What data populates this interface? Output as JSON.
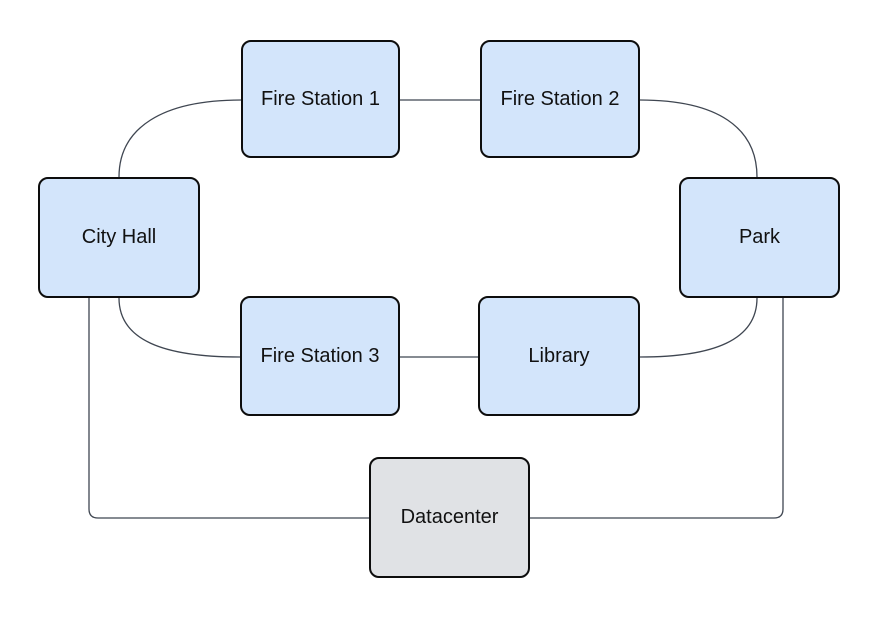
{
  "diagram": {
    "type": "network-topology",
    "nodes": {
      "fire_station_1": {
        "label": "Fire Station 1",
        "fill": "#d3e5fb"
      },
      "fire_station_2": {
        "label": "Fire Station 2",
        "fill": "#d3e5fb"
      },
      "city_hall": {
        "label": "City Hall",
        "fill": "#d3e5fb"
      },
      "park": {
        "label": "Park",
        "fill": "#d3e5fb"
      },
      "fire_station_3": {
        "label": "Fire Station 3",
        "fill": "#d3e5fb"
      },
      "library": {
        "label": "Library",
        "fill": "#d3e5fb"
      },
      "datacenter": {
        "label": "Datacenter",
        "fill": "#e0e2e5"
      }
    },
    "edges": [
      {
        "from": "City Hall",
        "to": "Fire Station 1"
      },
      {
        "from": "Fire Station 1",
        "to": "Fire Station 2"
      },
      {
        "from": "Fire Station 2",
        "to": "Park"
      },
      {
        "from": "City Hall",
        "to": "Fire Station 3"
      },
      {
        "from": "Fire Station 3",
        "to": "Library"
      },
      {
        "from": "Library",
        "to": "Park"
      },
      {
        "from": "City Hall",
        "to": "Datacenter"
      },
      {
        "from": "Datacenter",
        "to": "Park"
      }
    ],
    "colors": {
      "node_fill_blue": "#d3e5fb",
      "node_fill_gray": "#e0e2e5",
      "node_border": "#0d0d0d",
      "node_text": "#111111",
      "edge_stroke": "#3f4651",
      "background": "#ffffff"
    }
  }
}
